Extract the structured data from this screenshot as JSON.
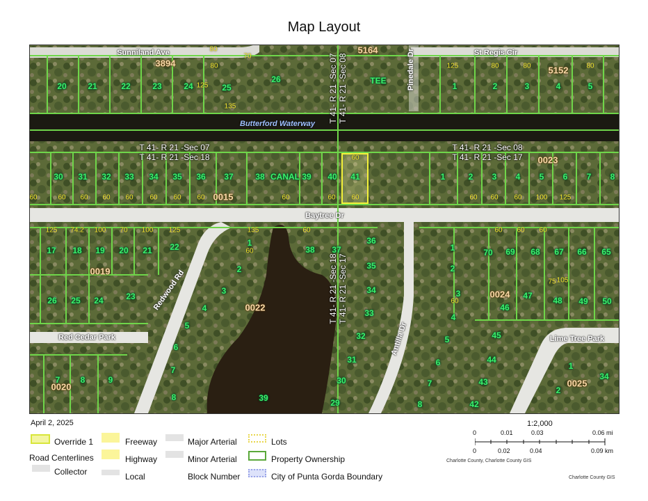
{
  "title": "Map Layout",
  "date": "April 2, 2025",
  "map": {
    "streets": [
      "Sunniland Ave",
      "St Regis Cir",
      "Pinedale Dr",
      "Baytree Dr",
      "Redwood Rd",
      "Red Cedar Park",
      "Antilla Dr",
      "Lime Tree Park"
    ],
    "waterway": "Butterford Waterway",
    "sections": [
      "T 41- R 21 -Sec 07",
      "T 41- R 21 -Sec 18",
      "T 41- R 21 -Sec 08",
      "T 41- R 21 -Sec 17"
    ],
    "blocks": [
      "3894",
      "5164",
      "5152",
      "0023",
      "0015",
      "0019",
      "0022",
      "0024",
      "0025",
      "0020"
    ],
    "lots_top": [
      "20",
      "21",
      "22",
      "23",
      "24",
      "25",
      "26",
      "TEE",
      "1",
      "2",
      "3",
      "4",
      "5"
    ],
    "lots_mid": [
      "30",
      "31",
      "32",
      "33",
      "34",
      "35",
      "36",
      "37",
      "38",
      "CANAL",
      "39",
      "40",
      "41",
      "1",
      "2",
      "3",
      "4",
      "5",
      "6",
      "7",
      "8"
    ],
    "lots_low": [
      "17",
      "18",
      "19",
      "20",
      "21",
      "22",
      "26",
      "25",
      "24",
      "23",
      "1",
      "2",
      "3",
      "4",
      "5",
      "6",
      "7",
      "8",
      "39",
      "7",
      "8",
      "9",
      "38",
      "37",
      "36",
      "35",
      "34",
      "33",
      "32",
      "31",
      "30",
      "29",
      "1",
      "2",
      "3",
      "4",
      "5",
      "6",
      "7",
      "8",
      "70",
      "69",
      "68",
      "67",
      "66",
      "65",
      "47",
      "48",
      "49",
      "50",
      "46",
      "45",
      "44",
      "43",
      "42",
      "1",
      "2",
      "34"
    ],
    "dims": [
      "80",
      "80",
      "125",
      "135",
      "70",
      "125",
      "80",
      "80",
      "80",
      "60",
      "60",
      "60",
      "60",
      "60",
      "60",
      "60",
      "60",
      "60",
      "60",
      "60",
      "60",
      "60",
      "60",
      "60",
      "100",
      "125",
      "125",
      "74.2",
      "100",
      "70",
      "100",
      "125",
      "135",
      "60",
      "60",
      "60",
      "60",
      "60",
      "60",
      "105",
      "75"
    ]
  },
  "legend": {
    "items": [
      "Override 1",
      "Road Centerlines",
      "Collector",
      "Freeway",
      "Highway",
      "Local",
      "Major Arterial",
      "Minor Arterial",
      "Block Number",
      "Lots",
      "Property Ownership",
      "City of Punta Gorda Boundary"
    ],
    "colors": {
      "override": "#f3f5a0",
      "freeway": "#fbf59a",
      "highway": "#fbf59a",
      "gray": "#e3e3e3",
      "lots": "#e8d64a",
      "ownership": "#5aa83a",
      "boundary": "#9aa4e8"
    }
  },
  "scale": {
    "ratio": "1:2,000",
    "mi_ticks": [
      "0",
      "0.01",
      "0.03",
      "0.06 mi"
    ],
    "km_ticks": [
      "0",
      "0.02",
      "0.04",
      "0.09 km"
    ],
    "credit": "Charlotte County, Charlotte County GIS",
    "footer": "Charlotte County GIS"
  }
}
